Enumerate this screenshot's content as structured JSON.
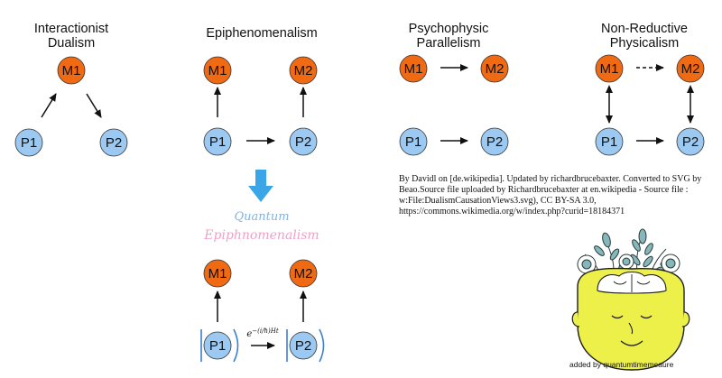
{
  "titles": {
    "interactionist_line1": "Interactionist",
    "interactionist_line2": "Dualism",
    "epiphenomenalism": "Epiphenomenalism",
    "parallelism_line1": "Psychophysic",
    "parallelism_line2": "Parallelism",
    "nonreductive_line1": "Non-Reductive",
    "nonreductive_line2": "Physicalism"
  },
  "nodes": {
    "m1": "M1",
    "m2": "M2",
    "p1": "P1",
    "p2": "P2"
  },
  "quantum": {
    "line1": "Quantum",
    "line2": "Epiphnomenalism",
    "operator": "e^{-i/ħ Ht}"
  },
  "credit": "By Davidl on [de.wikipedia]. Updated by richardbrucebaxter. Converted to SVG by Beao.Source file uploaded by Richardbrucebaxter at en.wikipedia - Source file : w:File:DualismCausationViews3.svg), CC BY-SA 3.0, https://commons.wikimedia.org/w/index.php?curid=18184371",
  "added_by": "added by quantumtimemeaure",
  "colors": {
    "mental_node": "#f06a14",
    "physical_node": "#9cc9f2",
    "big_arrow": "#3aa6e8",
    "head_fill": "#ecf048",
    "leaf": "#86b7ba"
  },
  "illustration": "head-with-flowers"
}
